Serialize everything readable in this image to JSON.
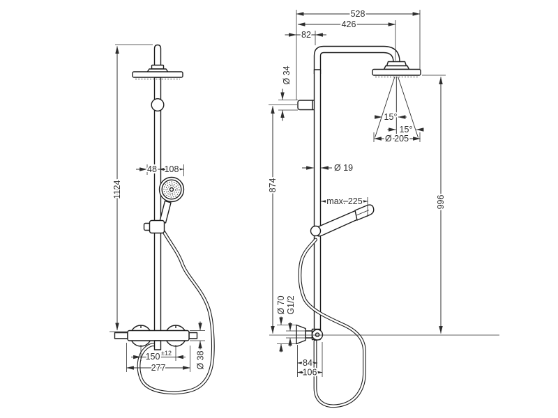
{
  "drawing": {
    "description": "Technical dimension drawing of a shower pipe system, front view and side view, measurements in mm",
    "front_view": {
      "dimensions": {
        "total_height": "1124",
        "hand_shower_offset": "48",
        "hand_shower_diameter": "108",
        "supply_spacing": "150",
        "supply_spacing_tolerance": "±12",
        "mixer_width": "277",
        "mixer_body_diameter": "Ø 38"
      }
    },
    "side_view": {
      "dimensions": {
        "overall_projection": "528",
        "arm_projection": "426",
        "wall_offset": "82",
        "bracket_diameter": "Ø 34",
        "spray_angle_inner": "15°",
        "spray_angle_outer": "15°",
        "head_spray_diameter": "Ø 205",
        "riser_pipe_diameter": "Ø 19",
        "bar_to_outlet_height": "874",
        "head_above_outlet_height": "996",
        "hand_shower_projection": "max. 225",
        "escutcheon_diameter": "Ø 70",
        "connection_thread": "G1/2",
        "hose_to_wall": "84",
        "hose_to_wall_outer": "106"
      }
    },
    "colors": {
      "line": "#1c1c1c",
      "dimension": "#2e2e2e",
      "background": "#ffffff"
    }
  }
}
